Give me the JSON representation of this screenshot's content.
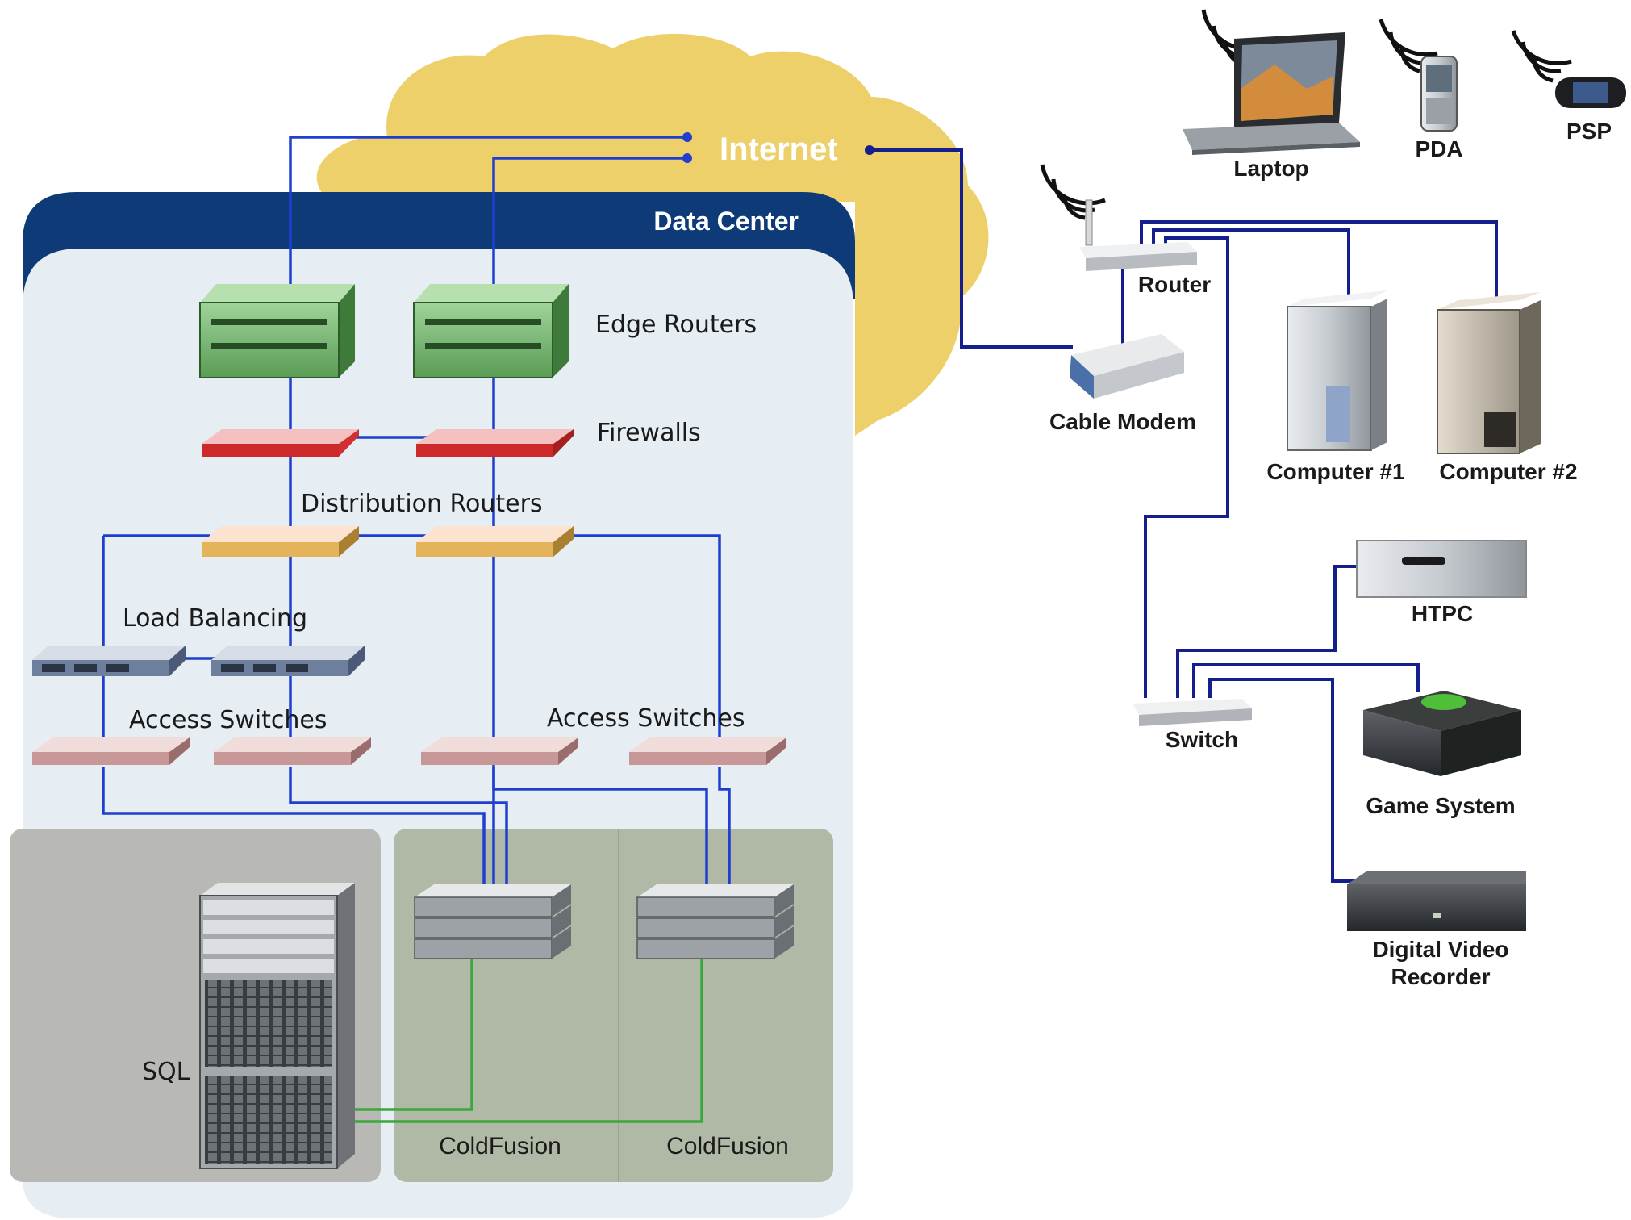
{
  "internet": {
    "label": "Internet"
  },
  "data_center": {
    "title": "Data Center",
    "labels": {
      "edge_routers": "Edge Routers",
      "firewalls": "Firewalls",
      "distribution_routers": "Distribution Routers",
      "load_balancing": "Load Balancing",
      "access_switches_left": "Access Switches",
      "access_switches_right": "Access Switches",
      "sql": "SQL",
      "coldfusion_1": "ColdFusion",
      "coldfusion_2": "ColdFusion"
    }
  },
  "home_network": {
    "laptop": "Laptop",
    "pda": "PDA",
    "psp": "PSP",
    "router": "Router",
    "cable_modem": "Cable Modem",
    "computer_1": "Computer #1",
    "computer_2": "Computer #2",
    "htpc": "HTPC",
    "switch": "Switch",
    "game_system": "Game System",
    "dvr_line1": "Digital Video",
    "dvr_line2": "Recorder"
  },
  "colors": {
    "cloud": "#eed06a",
    "datacenter_header": "#0e3a78",
    "datacenter_panel": "#e6edf3",
    "server_zone": "#b8b9b5",
    "coldfusion_zone": "#b0b8a6",
    "link_blue": "#1f3fd0",
    "link_green": "#3aa83a"
  }
}
